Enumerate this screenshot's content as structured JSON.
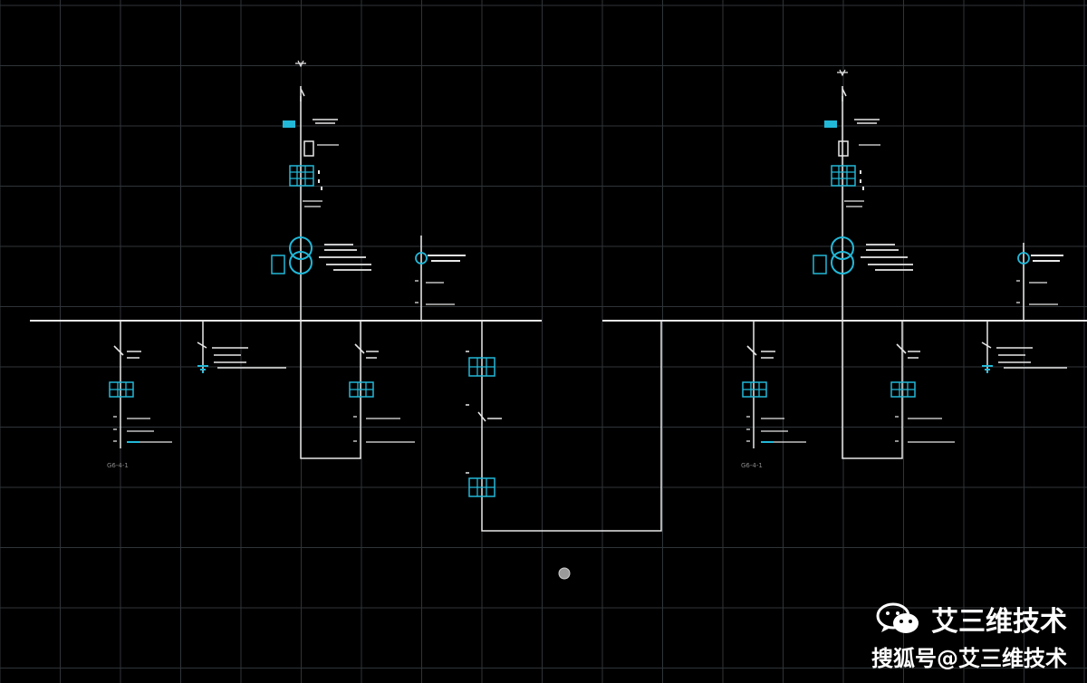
{
  "diagram": {
    "background": "#000000",
    "grid_color": "#2f3438",
    "line_color": "#e8e8e8",
    "symbol_color": "#22b8d8",
    "text_color": "#ffffff",
    "dim_text_color": "#8a8a8a",
    "left_feeder_caption": "G6-4-1",
    "right_feeder_caption": "G6-4-1"
  },
  "watermark": {
    "icon": "wechat-icon",
    "line1": "艾三维技术",
    "line2": "搜狐号@艾三维技术"
  }
}
